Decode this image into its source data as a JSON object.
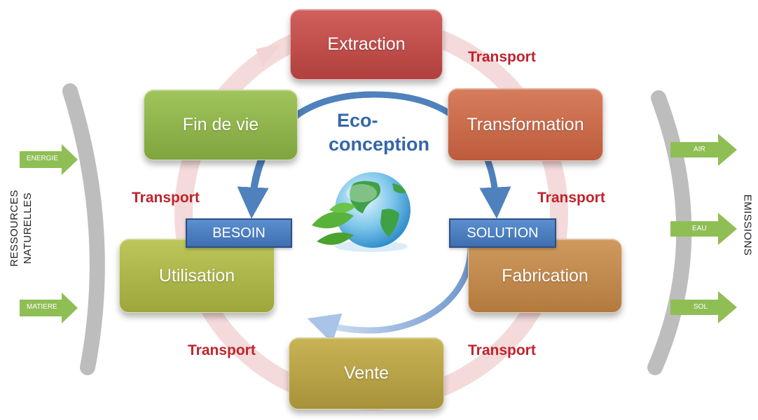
{
  "stages": {
    "extraction": "Extraction",
    "transformation": "Transformation",
    "fabrication": "Fabrication",
    "vente": "Vente",
    "utilisation": "Utilisation",
    "fin_de_vie": "Fin de vie"
  },
  "transport_label": "Transport",
  "center": {
    "title_line1": "Eco-",
    "title_line2": "conception",
    "need": "BESOIN",
    "solution": "SOLUTION"
  },
  "inputs": {
    "title_line1": "RESSOURCES",
    "title_line2": "NATURELLES",
    "energie": "ENERGIE",
    "matiere": "MATIERE"
  },
  "outputs": {
    "title": "EMISSIONS",
    "air": "AIR",
    "eau": "EAU",
    "sol": "SOL"
  },
  "colors": {
    "extraction": "#c0504d",
    "transformation": "#c8684a",
    "fabrication": "#c0884e",
    "vente": "#b5a043",
    "utilisation": "#a8b448",
    "fin_de_vie": "#8fb34c",
    "cycle_ring": "#f2d4d4",
    "eco_arrow": "#4f81bd",
    "flow_arrow": "#8fbe55",
    "side_arc": "#bdbdbd",
    "transport": "#c0232c"
  }
}
